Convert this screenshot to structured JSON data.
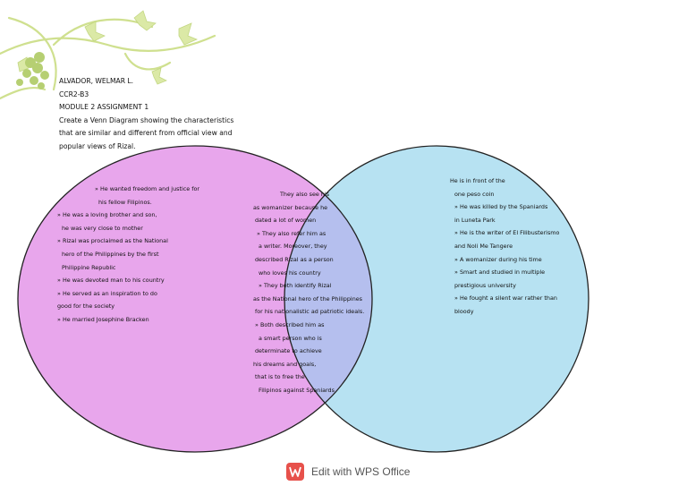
{
  "header": {
    "name": "ALVADOR, WELMAR L.",
    "section": "CCR2-B3",
    "module": "MODULE 2 ASSIGNMENT 1",
    "prompt": "Create a Venn Diagram showing the characteristics that are similar and different from official view and popular views of Rizal."
  },
  "venn": {
    "left_lines": [
      "» He wanted freedom and justice for",
      "his fellow Filipinos.",
      "» He was a loving brother and son,",
      "he was very close to mother",
      "» Rizal was proclaimed as the National",
      "hero of the Philippines by the first",
      "Philippine Republic",
      "» He was devoted man to his country",
      "» He served as an inspiration to do",
      "good for the society",
      "» He married Josephine Bracken"
    ],
    "middle_lines": [
      "They also see his",
      "as womanizer because he",
      "dated a lot of women",
      "» They also refer him as",
      "a writer. Moreover, they",
      "described Rizal as a person",
      "who loves his country",
      "» They both identify Rizal",
      "as the National hero of the Philippines",
      "for his nationalistic ad patriotic ideals.",
      "» Both described him as",
      "a smart person who is",
      "determinate to achieve",
      "his dreams and goals,",
      "that is to free the",
      "Filipinos against Spaniards"
    ],
    "right_lines": [
      "He is in front of the",
      "one peso coin",
      "» He was killed by the Spaniards",
      "in Luneta Park",
      "» He is the writer of El Filibusterismo",
      "and Noli Me Tangere",
      "» A womanizer during his time",
      "» Smart and studied in multiple",
      "prestigious university",
      "» He fought a silent war rather than",
      "bloody"
    ],
    "colors": {
      "left": "#e8a6ec",
      "right": "#b7e2f2",
      "overlap": "#b5bfee",
      "outline": "#222222"
    }
  },
  "footer": {
    "label": "Edit with WPS Office"
  }
}
